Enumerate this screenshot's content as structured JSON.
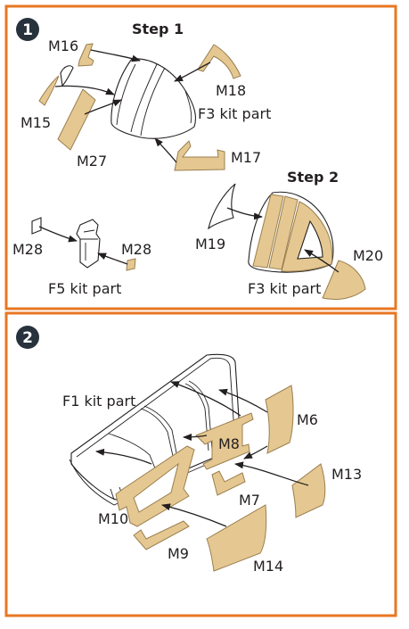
{
  "colors": {
    "frame": "#e87722",
    "badge": "#27323d",
    "mask_fill": "#e5c891",
    "ink": "#231f20"
  },
  "panel1": {
    "badge": "1",
    "step1_title": "Step 1",
    "step2_title": "Step 2",
    "labels": {
      "m16": "M16",
      "m15": "M15",
      "m27": "M27",
      "m18": "M18",
      "m17": "M17",
      "f3_top": "F3 kit part",
      "m28_left": "M28",
      "m28_right": "M28",
      "f5": "F5 kit part",
      "m19": "M19",
      "m20": "M20",
      "f3_bottom": "F3 kit part"
    }
  },
  "panel2": {
    "badge": "2",
    "labels": {
      "f1": "F1 kit part",
      "m6": "M6",
      "m8": "M8",
      "m13": "M13",
      "m7": "M7",
      "m10": "M10",
      "m9": "M9",
      "m14": "M14"
    }
  }
}
